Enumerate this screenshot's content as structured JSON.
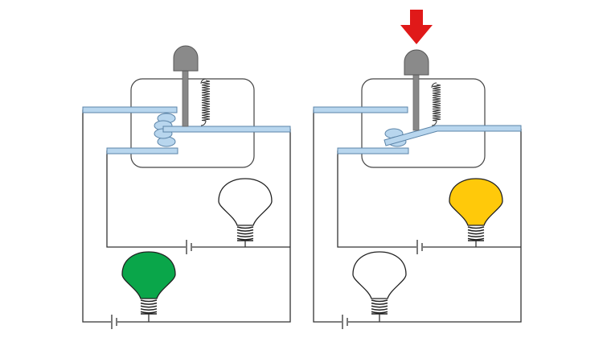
{
  "colors": {
    "background": "#ffffff",
    "wire": "#333333",
    "housing_stroke": "#444444",
    "contact_fill": "#b8d6ee",
    "contact_stroke": "#5b84a8",
    "knob": "#8a8a8a",
    "plunger": "#888888",
    "arrow": "#e01919",
    "bulb_off": "#ffffff",
    "bulb_green": "#0aa64a",
    "bulb_yellow": "#ffc90a",
    "bulb_stroke": "#222222"
  },
  "panels": [
    {
      "state": "released",
      "pressed": false,
      "upper_bulb": "off",
      "lower_bulb": "on",
      "lower_bulb_color": "green"
    },
    {
      "state": "pressed",
      "pressed": true,
      "upper_bulb": "on",
      "lower_bulb": "off",
      "upper_bulb_color": "yellow"
    }
  ],
  "icons": {
    "press_indicator": "down-arrow-icon",
    "lamp": "light-bulb-icon",
    "cell": "battery-icon",
    "spring": "spring-icon"
  }
}
